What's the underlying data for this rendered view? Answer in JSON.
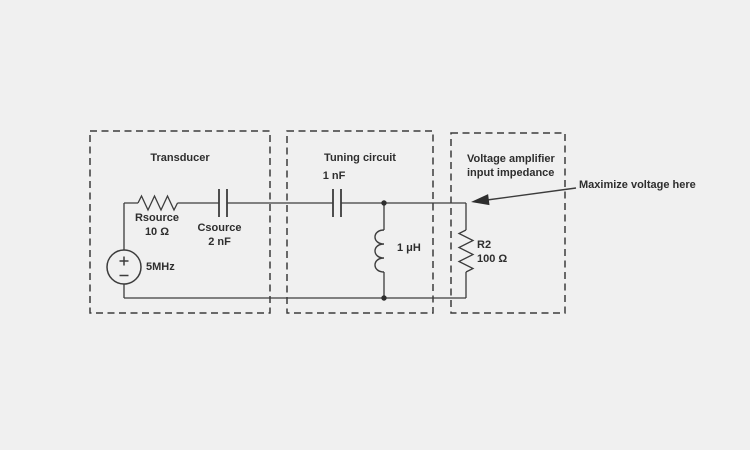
{
  "colors": {
    "background": "#f0f0f0",
    "line": "#3c3c3c",
    "text": "#2e2e2e"
  },
  "blocks": {
    "transducer": {
      "title": "Transducer"
    },
    "tuning_circuit": {
      "title": "Tuning circuit"
    },
    "amplifier": {
      "title_line1": "Voltage amplifier",
      "title_line2": "input impedance"
    }
  },
  "components": {
    "rsource": {
      "name": "Rsource",
      "value": "10 Ω"
    },
    "csource": {
      "name": "Csource",
      "value": "2 nF"
    },
    "vsource": {
      "frequency": "5MHz"
    },
    "tuning_cap": {
      "value": "1 nF"
    },
    "tuning_inductor": {
      "value": "1 μH"
    },
    "r2": {
      "name": "R2",
      "value": "100 Ω"
    }
  },
  "annotation": {
    "label": "Maximize voltage here"
  }
}
